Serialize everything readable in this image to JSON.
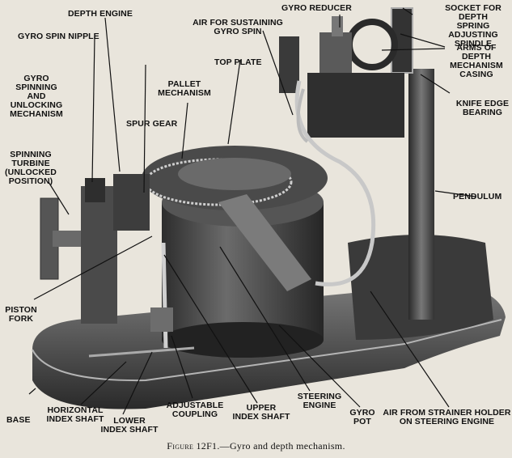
{
  "labels": {
    "gyro_reducer": "GYRO REDUCER",
    "socket": "SOCKET FOR DEPTH\nSPRING ADJUSTING\nSPINDLE",
    "depth_engine": "DEPTH ENGINE",
    "air_sustaining": "AIR FOR SUSTAINING\nGYRO SPIN",
    "arms": "ARMS OF DEPTH\nMECHANISM\nCASING",
    "gyro_spin_nipple": "GYRO SPIN NIPPLE",
    "top_plate": "TOP PLATE",
    "gyro_spinning": "GYRO SPINNING\nAND\nUNLOCKING\nMECHANISM",
    "pallet": "PALLET\nMECHANISM",
    "knife_edge": "KNIFE EDGE\nBEARING",
    "spur_gear": "SPUR GEAR",
    "spinning_turbine": "SPINNING\nTURBINE\n(UNLOCKED\nPOSITION)",
    "pendulum": "PENDULUM",
    "piston_fork": "PISTON\nFORK",
    "base": "BASE",
    "horizontal_index": "HORIZONTAL\nINDEX SHAFT",
    "lower_index": "LOWER\nINDEX SHAFT",
    "adjustable_coupling": "ADJUSTABLE\nCOUPLING",
    "upper_index": "UPPER\nINDEX SHAFT",
    "steering_engine": "STEERING\nENGINE",
    "gyro_pot": "GYRO\nPOT",
    "air_strainer": "AIR FROM STRAINER HOLDER\nON STEERING ENGINE"
  },
  "caption": {
    "figure": "Figure 12F1.",
    "text": "—Gyro and depth mechanism."
  },
  "colors": {
    "paper": "#e9e5dc",
    "ink": "#111111",
    "metal_dark": "#1e1e1e",
    "metal_mid": "#5a5a5a",
    "metal_light": "#a9a9a9"
  }
}
